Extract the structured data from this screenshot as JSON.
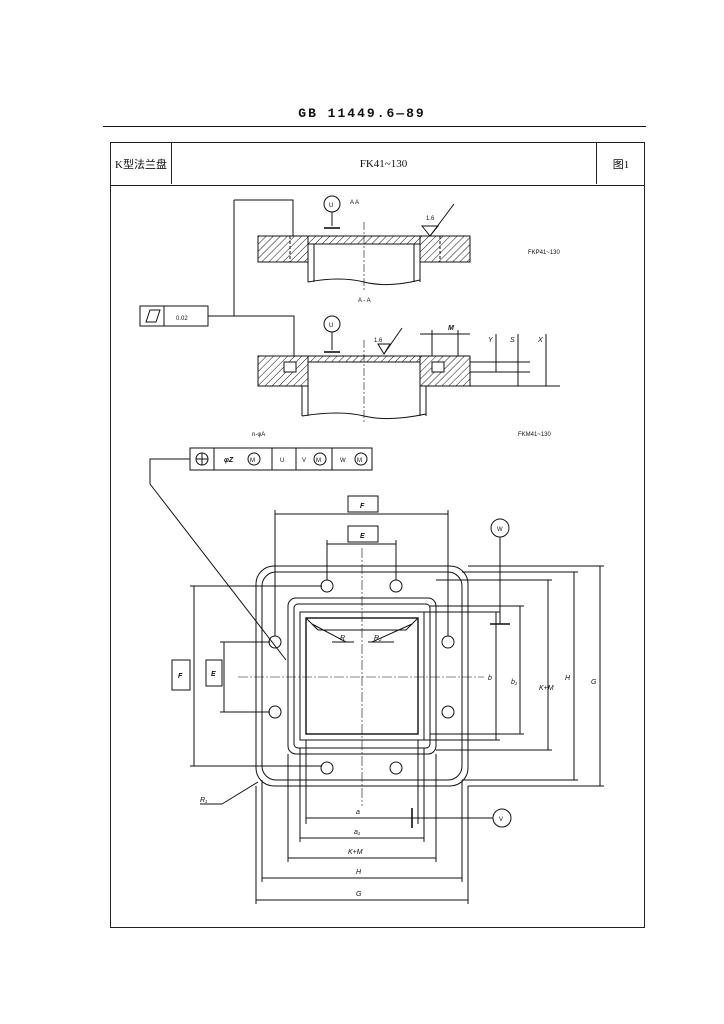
{
  "header": {
    "standard_number": "GB 11449.6—89"
  },
  "title_block": {
    "name": "K型法兰盘",
    "model": "FK41~130",
    "figure": "图1"
  },
  "section_top": {
    "title": "A  A",
    "caption": "A - A",
    "roughness": "1.6",
    "datum": "U",
    "variant": "FKP41~130"
  },
  "section_bottom": {
    "roughness": "1.6",
    "datum": "U",
    "variant": "FKM41~130",
    "dims": {
      "M": "M",
      "Y": "Y",
      "S": "S",
      "X": "X"
    }
  },
  "flatness": {
    "symbol": "flatness",
    "value": "0.02"
  },
  "position_frame": {
    "count_note": "n-φA",
    "cells": [
      "φZ",
      "M",
      "U",
      "V",
      "M",
      "W",
      "M"
    ]
  },
  "plan_view": {
    "datum_w": "W",
    "datum_v": "V",
    "labels": {
      "F_top": "F",
      "E_top": "E",
      "R": "R",
      "R2": "R₂",
      "F_left": "F",
      "E_left": "E",
      "b": "b",
      "b1": "b₁",
      "KM_right": "K+M",
      "H_right": "H",
      "G_right": "G",
      "a": "a",
      "a1": "a₁",
      "KM_bottom": "K+M",
      "H_bottom": "H",
      "G_bottom": "G",
      "R1": "R₁"
    }
  }
}
